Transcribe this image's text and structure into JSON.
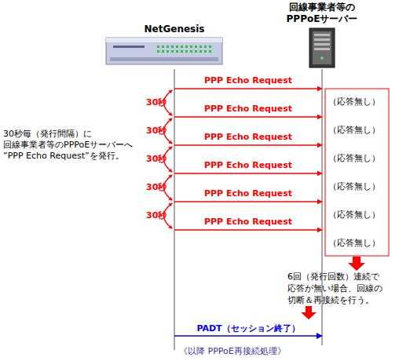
{
  "diagram": {
    "nodes": [
      {
        "text": [
          "NetGenesis"
        ]
      },
      {
        "text": [
          "回線事業者等の PPPoEサーバー"
        ]
      }
    ],
    "edges": [
      {
        "from": 0,
        "to": 1,
        "label": "PPP Echo Request",
        "arrow": "to"
      },
      {
        "from": 0,
        "to": 1,
        "label": "PPP Echo Request",
        "arrow": "to"
      },
      {
        "from": 0,
        "to": 1,
        "label": "PPP Echo Request",
        "arrow": "to"
      },
      {
        "from": 0,
        "to": 1,
        "label": "PPP Echo Request",
        "arrow": "to"
      },
      {
        "from": 0,
        "to": 1,
        "label": "PPP Echo Request",
        "arrow": "to"
      },
      {
        "from": 0,
        "to": 1,
        "label": "PPP Echo Request",
        "arrow": "to"
      },
      {
        "from": 0,
        "to": 1,
        "label": "PADT（セッション終了）",
        "arrow": "to"
      }
    ],
    "labels": [
      "30秒",
      "30秒",
      "30秒",
      "30秒",
      "30秒",
      "30秒毎（発行間隔）に 回線事業者等のPPPoEサーバーへ ”PPP Echo Request”を発行。",
      "（応答無し）",
      "（応答無し）",
      "（応答無し）",
      "（応答無し）",
      "（応答無し）",
      "（応答無し）",
      "6回（発行回数）連続で 応答が無い場合、回線の 切断＆再接続を行う。",
      "《以降 PPPoE再接続処理》"
    ]
  }
}
